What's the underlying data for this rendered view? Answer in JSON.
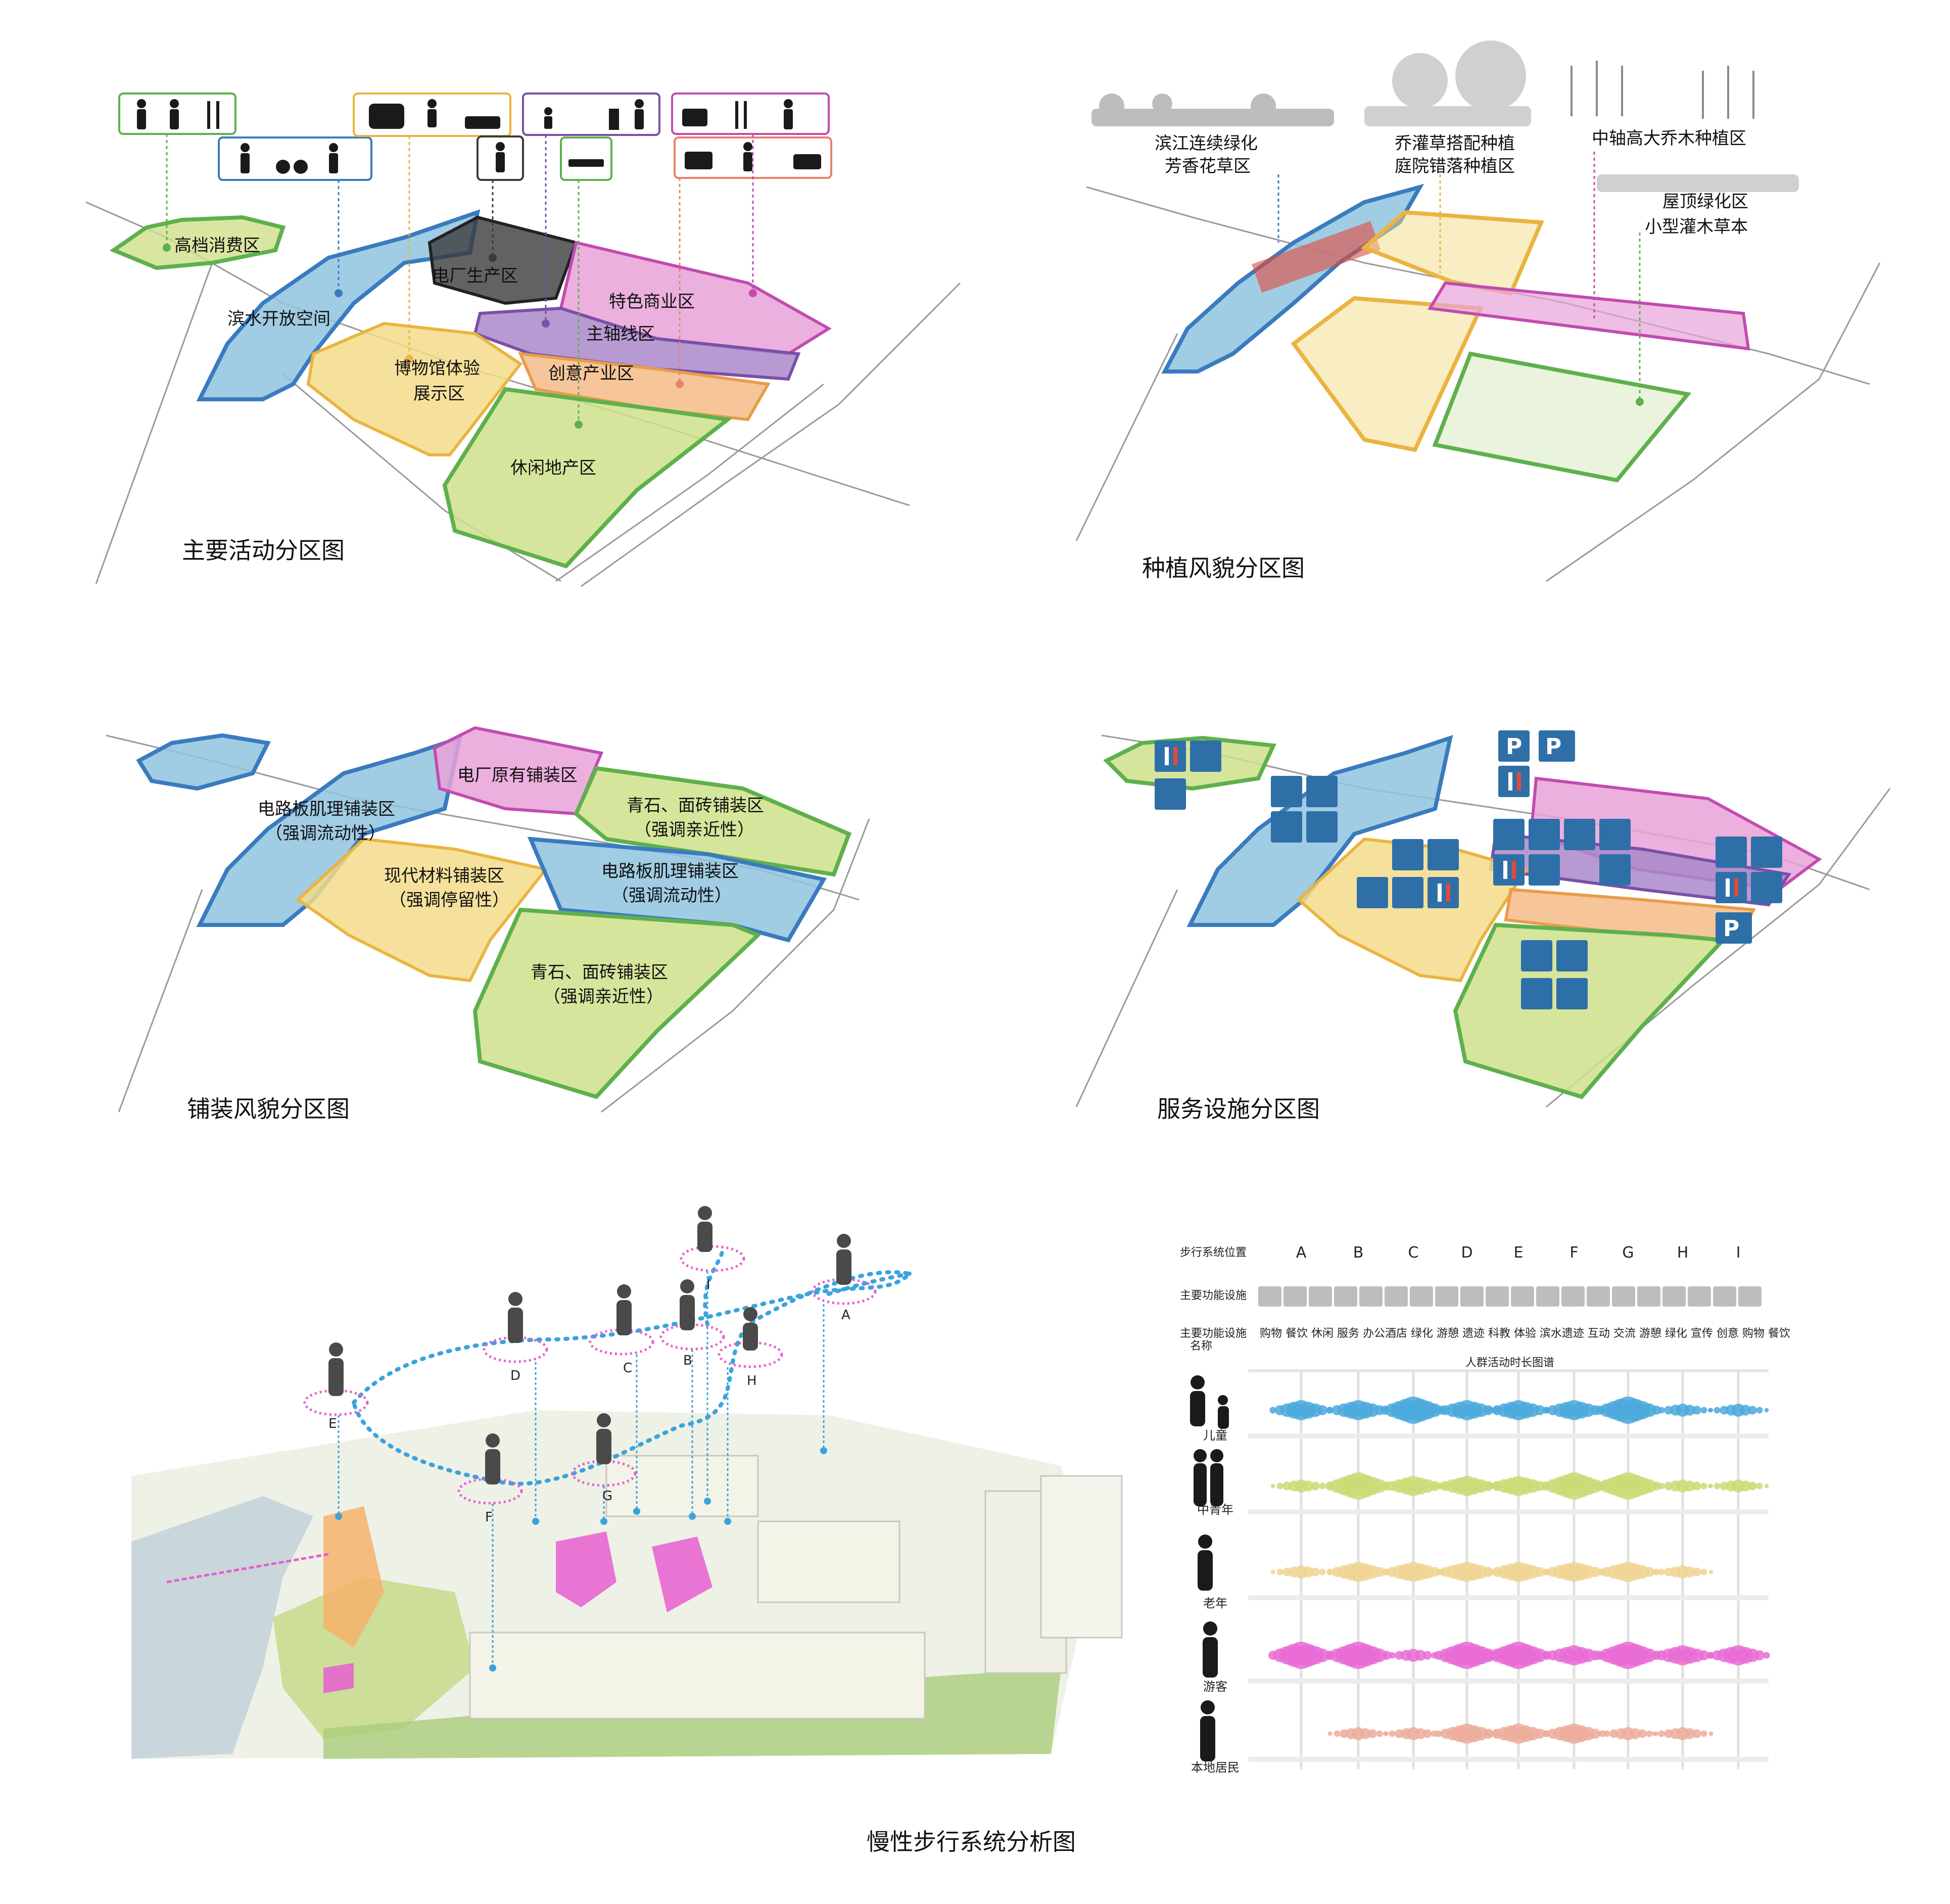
{
  "colors": {
    "blue": "#8fc3df",
    "blue_edge": "#3a7bbf",
    "pink": "#e8a2d8",
    "pink_edge": "#c24bb0",
    "yellow": "#f3dc8a",
    "yellow_edge": "#e9b441",
    "green": "#cfe08b",
    "green_edge": "#5fb04d",
    "orange": "#f5c08f",
    "purple": "#a988c9",
    "gray_dark": "#3b3b3b",
    "service_blue": "#2f6fa8"
  },
  "panel1": {
    "title": "主要活动分区图",
    "zones": {
      "gaodang": "高档消费区",
      "binshui": "滨水开放空间",
      "dianchang": "电厂生产区",
      "tese": "特色商业区",
      "zhuzhou": "主轴线区",
      "chuangyi": "创意产业区",
      "bowuguan_1": "博物馆体验",
      "bowuguan_2": "展示区",
      "xiuxian": "休闲地产区"
    },
    "icon_boxes": [
      {
        "name": "dining-icon-box",
        "icons": [
          "person-icon",
          "handshake-icon",
          "fork-knife-icon"
        ]
      },
      {
        "name": "recreation-icon-box",
        "icons": [
          "dance-icon",
          "cycling-icon",
          "group-icon"
        ]
      },
      {
        "name": "crowd-icon-box",
        "icons": [
          "crowd-icon",
          "jump-icon",
          "seated-icon"
        ]
      },
      {
        "name": "worker-icon-box",
        "icons": [
          "worker-icon"
        ]
      },
      {
        "name": "exhibit-icon-box",
        "icons": [
          "visitor-icon",
          "statue-icon",
          "guide-icon"
        ]
      },
      {
        "name": "lounge-icon-box",
        "icons": [
          "bed-icon"
        ]
      },
      {
        "name": "shopping-icon-box",
        "icons": [
          "shop-icon",
          "fork-knife-icon",
          "handshake-icon"
        ]
      },
      {
        "name": "creative-icon-box",
        "icons": [
          "meeting-icon",
          "dance-icon",
          "desk-icon"
        ]
      }
    ]
  },
  "panel2": {
    "title": "种植风貌分区图",
    "zones": {
      "binjiang_1": "滨江连续绿化",
      "binjiang_2": "芳香花草区",
      "qiaoguan_1": "乔灌草搭配种植",
      "qiaoguan_2": "庭院错落种植区",
      "zhongzhou": "中轴高大乔木种植区",
      "wuding_1": "屋顶绿化区",
      "wuding_2": "小型灌木草本"
    }
  },
  "panel3": {
    "title": "铺装风貌分区图",
    "zones": {
      "dianlu_a_1": "电路板肌理铺装区",
      "dianlu_a_2": "（强调流动性）",
      "dianchang": "电厂原有铺装区",
      "qingshi_a_1": "青石、面砖铺装区",
      "qingshi_a_2": "（强调亲近性）",
      "xiandai_1": "现代材料铺装区",
      "xiandai_2": "（强调停留性）",
      "dianlu_b_1": "电路板肌理铺装区",
      "dianlu_b_2": "（强调流动性）",
      "qingshi_b_1": "青石、面砖铺装区",
      "qingshi_b_2": "（强调亲近性）"
    }
  },
  "panel4": {
    "title": "服务设施分区图",
    "parking_letter": "P"
  },
  "panel5": {
    "title": "慢性步行系统分析图",
    "points": [
      "A",
      "B",
      "C",
      "D",
      "E",
      "F",
      "G",
      "H",
      "I"
    ]
  },
  "chart": {
    "row_labels": {
      "position": "步行系统位置",
      "facility": "主要功能设施",
      "facility_name_1": "主要功能设施",
      "facility_name_2": "名称"
    },
    "spectrum_title": "人群活动时长图谱",
    "facility_names": "购物 餐饮 休闲 服务 办公酒店 绿化 游憩 遗迹 科教 体验 滨水遗迹 互动 交流 游憩 绿化 宣传 创意 购物 餐饮"
  },
  "chart_data": {
    "type": "scatter",
    "categories": [
      "A",
      "B",
      "C",
      "D",
      "E",
      "F",
      "G",
      "H",
      "I"
    ],
    "series": [
      {
        "name": "儿童",
        "values": [
          2,
          2,
          3,
          2,
          2,
          2,
          3,
          1,
          1
        ]
      },
      {
        "name": "中青年",
        "values": [
          1,
          3,
          2,
          2,
          2,
          3,
          3,
          1,
          1
        ]
      },
      {
        "name": "老年",
        "values": [
          1,
          2,
          2,
          2,
          2,
          2,
          2,
          1,
          0
        ]
      },
      {
        "name": "游客",
        "values": [
          3,
          3,
          1,
          3,
          3,
          2,
          3,
          2,
          2
        ]
      },
      {
        "name": "本地居民",
        "values": [
          0,
          1,
          1,
          2,
          2,
          2,
          1,
          1,
          0
        ]
      }
    ]
  }
}
